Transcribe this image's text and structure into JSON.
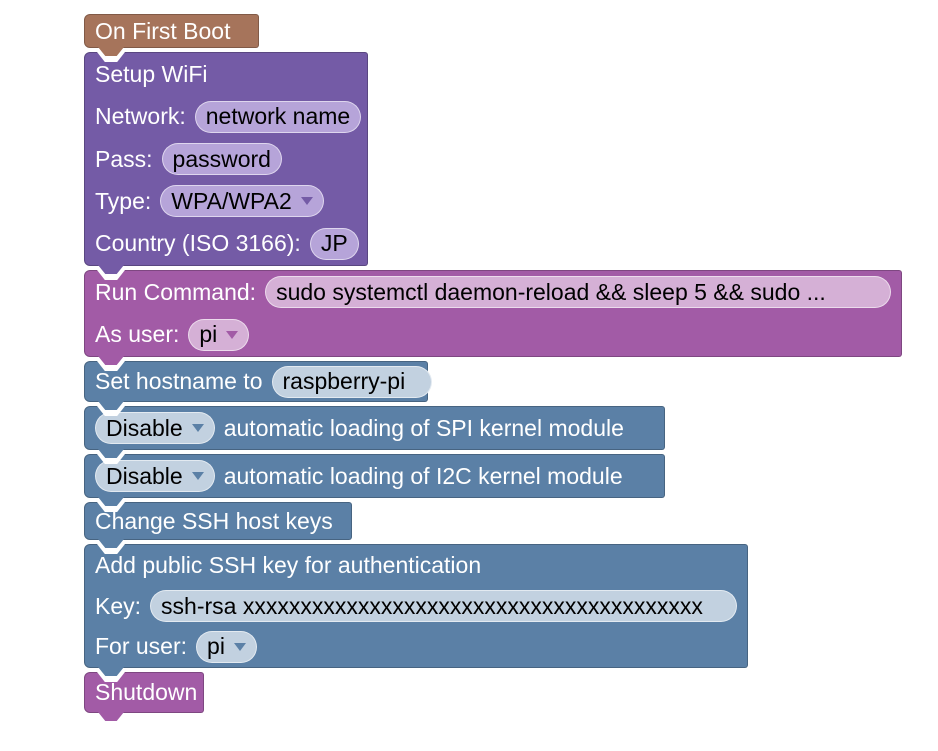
{
  "workspace": {
    "background": "#ffffff"
  },
  "palette": {
    "event_block": "#A6745B",
    "wifi_block": "#745BA6",
    "command_block": "#A25BA6",
    "config_block": "#5B80A6",
    "wifi_field_bg": "#B6A4D9",
    "command_field_bg": "#D5B0D6",
    "config_field_bg": "#C2D1E0",
    "label_text": "#ffffff",
    "field_text": "#000000"
  },
  "blocks": {
    "on_first_boot": {
      "label": "On First Boot"
    },
    "setup_wifi": {
      "title": "Setup WiFi",
      "network_label": "Network:",
      "network_value": "network name",
      "pass_label": "Pass:",
      "pass_value": "password",
      "type_label": "Type:",
      "type_value": "WPA/WPA2",
      "country_label": "Country (ISO 3166):",
      "country_value": "JP"
    },
    "run_command": {
      "command_label": "Run Command:",
      "command_value": "sudo systemctl daemon-reload && sleep 5 && sudo ...",
      "user_label": "As user:",
      "user_value": "pi"
    },
    "set_hostname": {
      "label": "Set hostname to",
      "value": "raspberry-pi"
    },
    "disable_spi": {
      "dropdown_value": "Disable",
      "label": "automatic loading of SPI kernel module"
    },
    "disable_i2c": {
      "dropdown_value": "Disable",
      "label": "automatic loading of I2C kernel module"
    },
    "change_ssh_keys": {
      "label": "Change SSH host keys"
    },
    "add_ssh_key": {
      "title": "Add public SSH key for authentication",
      "key_label": "Key:",
      "key_value": "ssh-rsa xxxxxxxxxxxxxxxxxxxxxxxxxxxxxxxxxxxxxxxx",
      "user_label": "For user:",
      "user_value": "pi"
    },
    "shutdown": {
      "label": "Shutdown"
    }
  }
}
